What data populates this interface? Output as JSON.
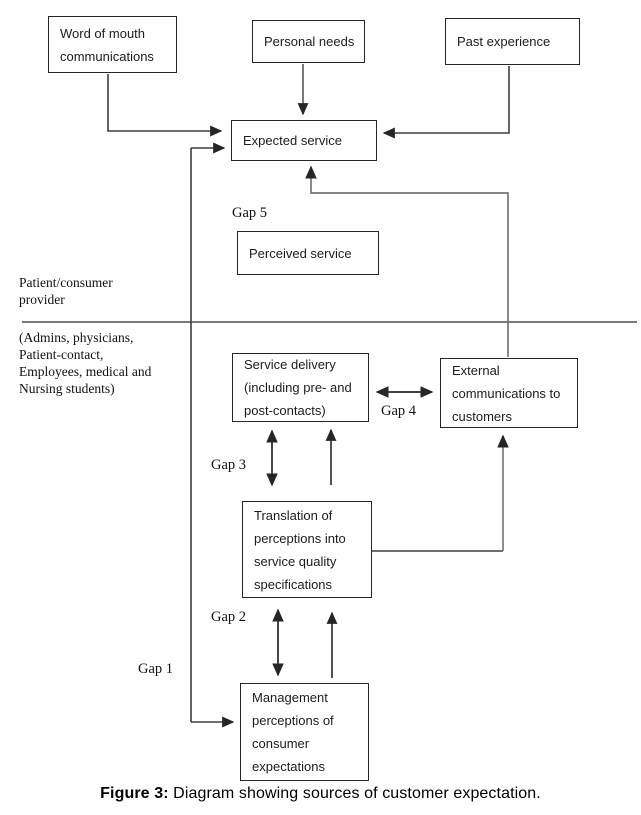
{
  "diagram": {
    "boxes": {
      "word_of_mouth": "Word of mouth\ncommunications",
      "personal_needs": "Personal needs",
      "past_experience": "Past experience",
      "expected_service": "Expected service",
      "perceived_service": "Perceived service",
      "service_delivery": "Service delivery\n(including pre- and\npost-contacts)",
      "external_communications": "External\ncommunications to\ncustomers",
      "translation": "Translation of\nperceptions into\nservice quality\nspecifications",
      "management": "Management\nperceptions of\nconsumer\nexpectations"
    },
    "gap_labels": {
      "gap1": "Gap 1",
      "gap2": "Gap 2",
      "gap3": "Gap 3",
      "gap4": "Gap 4",
      "gap5": "Gap 5"
    },
    "side_labels": {
      "customer": "Patient/consumer\nprovider",
      "provider": "(Admins, physicians,\nPatient-contact,\nEmployees, medical and\nNursing students)"
    },
    "caption": {
      "prefix": "Figure 3:",
      "text": " Diagram showing sources of customer expectation."
    },
    "colors": {
      "line": "#3e3e3e",
      "line_grey": "#767676",
      "divider": "#4f4f4f",
      "box_border": "#262626",
      "text": "#1d1d1d",
      "background": "#ffffff"
    }
  }
}
